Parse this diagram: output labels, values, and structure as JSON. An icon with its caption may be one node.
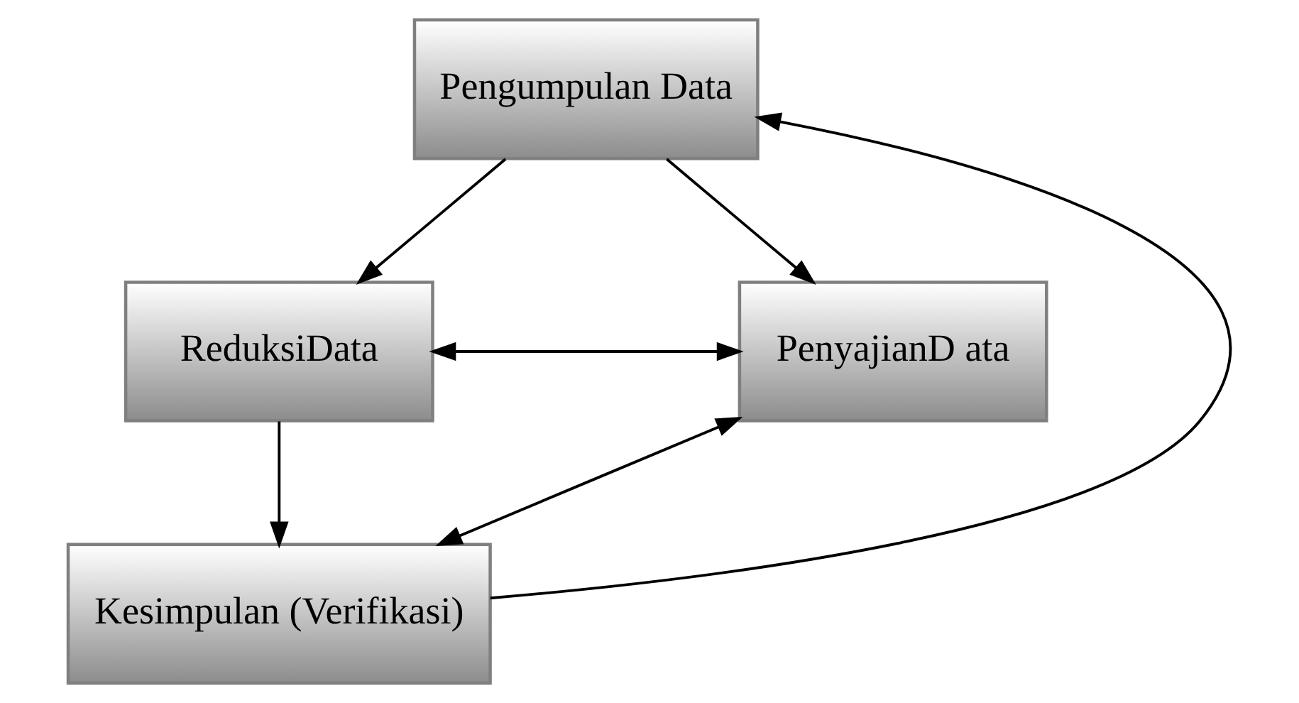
{
  "diagram": {
    "nodes": [
      {
        "text": [
          "Pengumpulan Data"
        ]
      },
      {
        "text": [
          "ReduksiData"
        ]
      },
      {
        "text": [
          "PenyajianD ata"
        ]
      },
      {
        "text": [
          "Kesimpulan (Verifikasi)"
        ]
      }
    ],
    "edges": [
      {
        "from": 0,
        "to": 1,
        "arrow": "to"
      },
      {
        "from": 0,
        "to": 2,
        "arrow": "to"
      },
      {
        "from": 1,
        "to": 2,
        "arrow": "both"
      },
      {
        "from": 1,
        "to": 3,
        "arrow": "to"
      },
      {
        "from": 3,
        "to": 2,
        "arrow": "both"
      },
      {
        "from": 3,
        "to": 0,
        "arrow": "to"
      }
    ]
  }
}
